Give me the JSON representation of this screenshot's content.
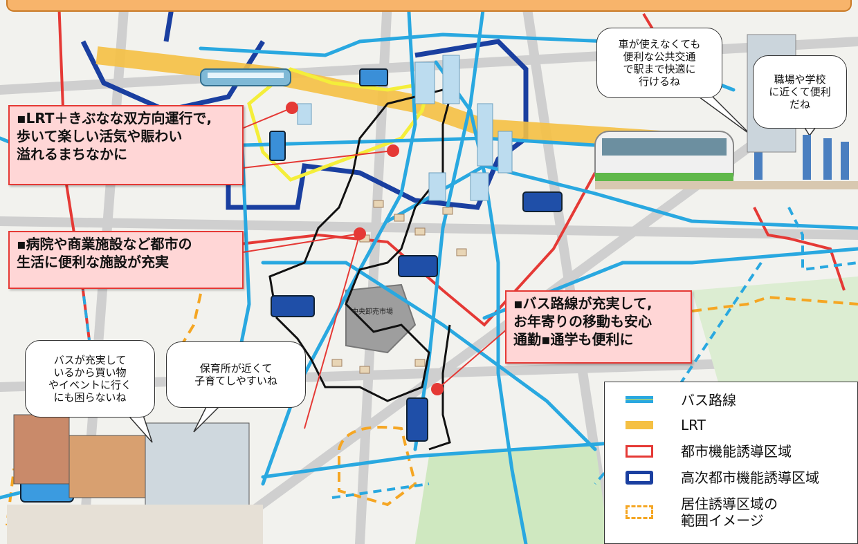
{
  "callouts": {
    "lrt": "▪LRT＋きぶなな双方向運行で,\n歩いて楽しい活気や賑わい\n溢れるまちなかに",
    "hospital": "▪病院や商業施設など都市の\n生活に便利な施設が充実",
    "bus": "▪バス路線が充実して,\nお年寄りの移動も安心\n通勤▪通学も便利に"
  },
  "bubbles": {
    "car": "車が使えなくても\n便利な公共交通\nで駅まで快適に\n行けるね",
    "workplace": "職場や学校\nに近くて便利\nだね",
    "shopping": "バスが充実して\nいるから買い物\nやイベントに行く\nにも困らないね",
    "nursery": "保育所が近くて\n子育てしやすいね"
  },
  "map_labels": {
    "market": "中央卸売市場"
  },
  "legend": {
    "items": [
      {
        "label": "バス路線",
        "style": "bus"
      },
      {
        "label": "LRT",
        "style": "lrt"
      },
      {
        "label": "都市機能誘導区域",
        "style": "urban"
      },
      {
        "label": "高次都市機能誘導区域",
        "style": "advanced"
      },
      {
        "label": "居住誘導区域の\n範囲イメージ",
        "style": "residential"
      }
    ]
  },
  "colors": {
    "bus_route": "#29a8e0",
    "lrt": "#f5c043",
    "urban_zone": "#e53935",
    "advanced_zone": "#1a3fa0",
    "residential_zone": "#f5a623",
    "callout_fill": "#ffd6d6",
    "banner": "#f7b46b"
  }
}
